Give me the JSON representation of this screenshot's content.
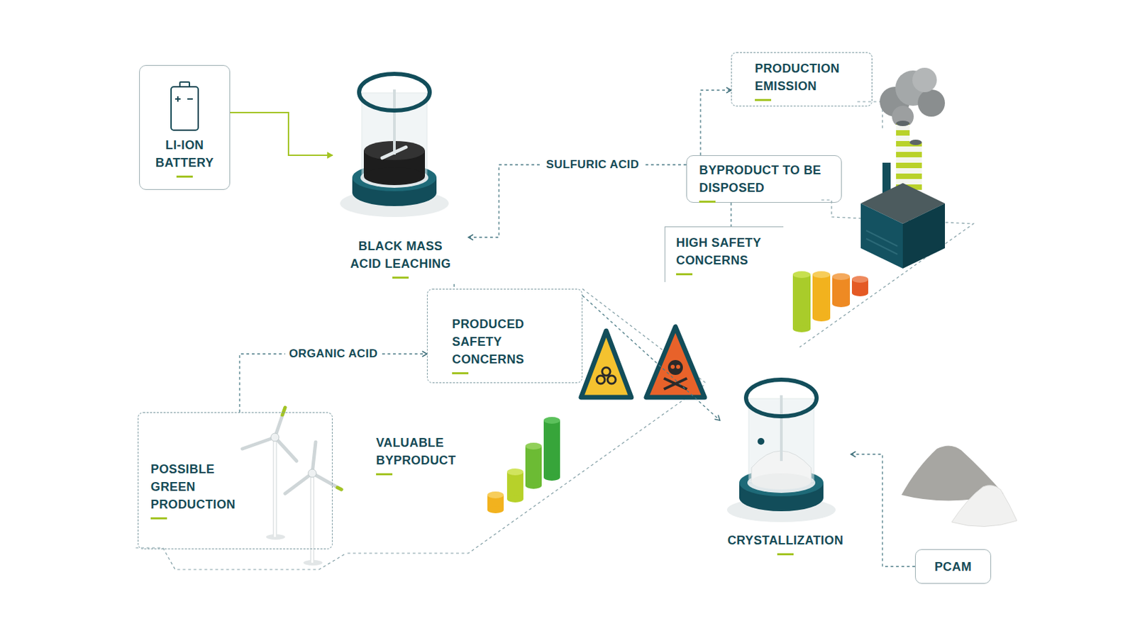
{
  "diagram": {
    "nodes": [
      {
        "text": [
          "LI-ION BATTERY"
        ]
      },
      {
        "text": [
          "BLACK MASS ACID LEACHING"
        ]
      },
      {
        "text": [
          "PRODUCTION EMISSION"
        ]
      },
      {
        "text": [
          "BYPRODUCT TO BE DISPOSED"
        ]
      },
      {
        "text": [
          "HIGH SAFETY CONCERNS"
        ]
      },
      {
        "text": [
          "PRODUCED SAFETY CONCERNS"
        ]
      },
      {
        "text": [
          "POSSIBLE GREEN PRODUCTION"
        ]
      },
      {
        "text": [
          "CRYSTALLIZATION"
        ]
      },
      {
        "text": [
          "PCAM"
        ]
      }
    ],
    "edges": [
      {
        "from": 0,
        "to": 1,
        "arrow": "to"
      },
      {
        "from": 3,
        "to": 1,
        "arrow": "to",
        "label": "SULFURIC ACID"
      },
      {
        "from": 3,
        "to": 2,
        "arrow": "to"
      },
      {
        "from": 3,
        "to": 4,
        "arrow": "none"
      },
      {
        "from": 1,
        "to": 5,
        "arrow": "none"
      },
      {
        "from": 6,
        "to": 5,
        "arrow": "to",
        "label": "ORGANIC ACID"
      },
      {
        "from": 5,
        "to": 7,
        "arrow": "to"
      },
      {
        "from": 8,
        "to": 7,
        "arrow": "to"
      }
    ],
    "labels": [
      "VALUABLE BYPRODUCT"
    ]
  }
}
